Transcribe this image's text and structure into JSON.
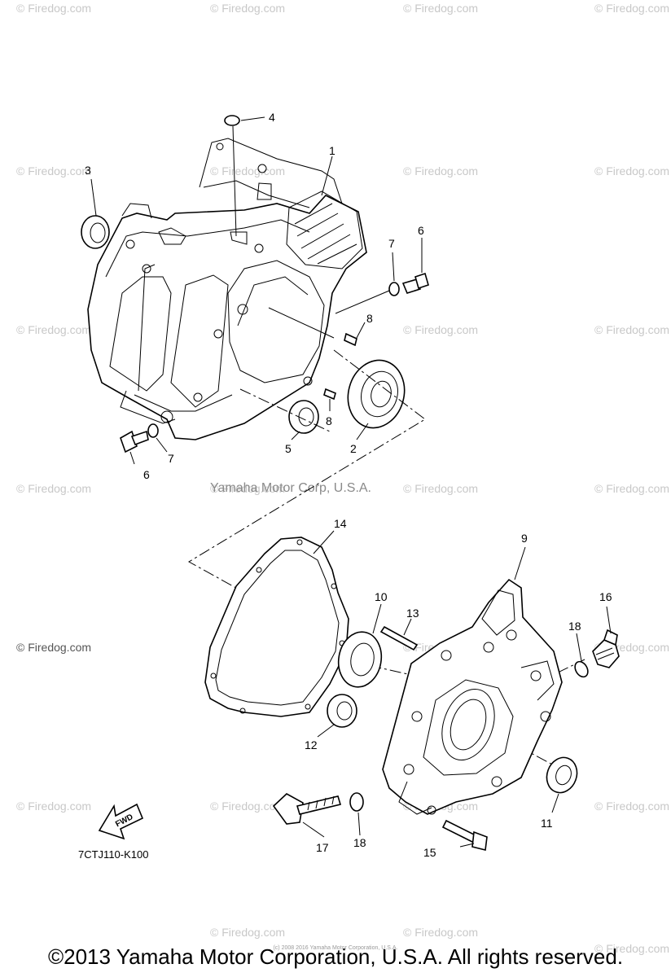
{
  "diagram": {
    "watermark_text": "© Firedog.com",
    "center_watermark": "Yamaha Motor Corp, U.S.A.",
    "diagram_code": "7CTJ110-K100",
    "fwd_label": "FWD",
    "tiny_notice": "(c) 2008 2016 Yamaha Motor Corporation, U.S.A.",
    "copyright": "©2013 Yamaha Motor Corporation, U.S.A. All rights reserved.",
    "callouts": {
      "c1": "1",
      "c2": "2",
      "c3": "3",
      "c4": "4",
      "c5": "5",
      "c6a": "6",
      "c6b": "6",
      "c7a": "7",
      "c7b": "7",
      "c8a": "8",
      "c8b": "8",
      "c9": "9",
      "c10": "10",
      "c11": "11",
      "c12": "12",
      "c13": "13",
      "c14": "14",
      "c15": "15",
      "c16": "16",
      "c17": "17",
      "c18a": "18",
      "c18b": "18"
    }
  }
}
